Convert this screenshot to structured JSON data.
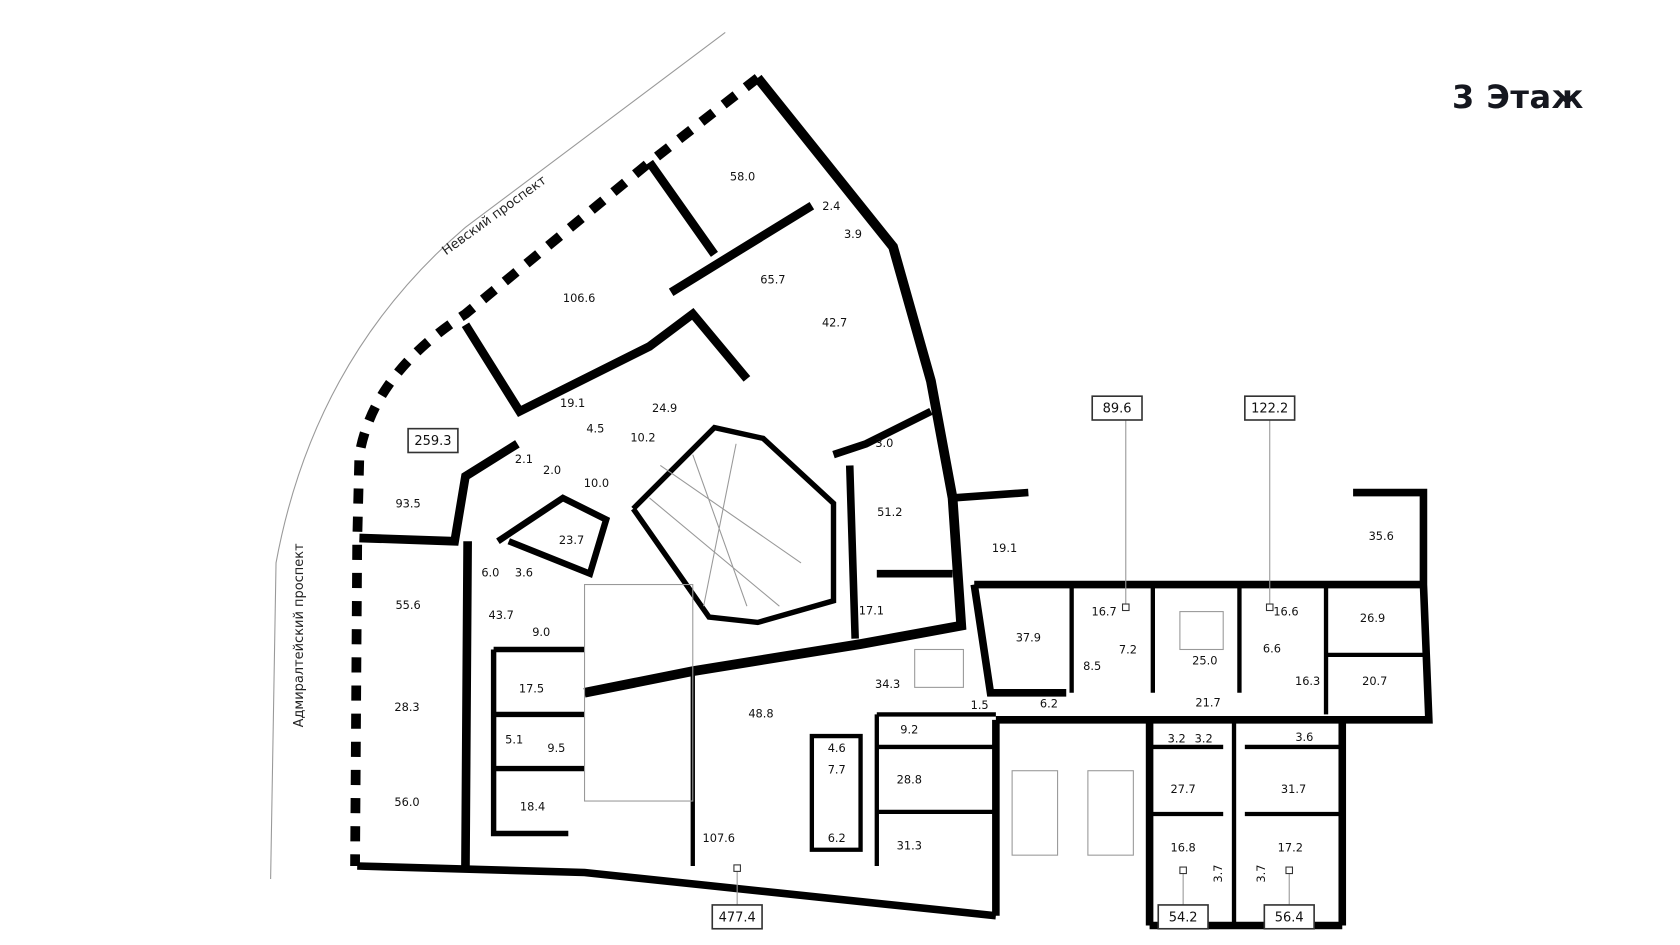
{
  "floor_title": "3 Этаж",
  "streets": {
    "nevsky": "Невский проспект",
    "admiralteysky": "Адмиралтейский проспект"
  },
  "apartments": [
    "259.3",
    "89.6",
    "122.2",
    "477.4",
    "54.2",
    "56.4"
  ],
  "rooms": [
    "58.0",
    "2.4",
    "3.9",
    "106.6",
    "65.7",
    "42.7",
    "19.1",
    "24.9",
    "4.5",
    "10.2",
    "2.1",
    "2.0",
    "10.0",
    "93.5",
    "23.7",
    "3.0",
    "51.2",
    "19.1",
    "35.6",
    "6.0",
    "3.6",
    "55.6",
    "43.7",
    "9.0",
    "16.7",
    "16.6",
    "26.9",
    "37.9",
    "17.1",
    "7.2",
    "8.5",
    "25.0",
    "6.6",
    "16.3",
    "20.7",
    "34.3",
    "17.5",
    "48.8",
    "1.5",
    "6.2",
    "21.7",
    "28.3",
    "5.1",
    "9.5",
    "9.2",
    "3.2",
    "3.2",
    "3.6",
    "4.6",
    "7.7",
    "27.7",
    "31.7",
    "28.8",
    "56.0",
    "18.4",
    "6.2",
    "107.6",
    "31.3",
    "16.8",
    "17.2",
    "3.7",
    "3.7"
  ]
}
